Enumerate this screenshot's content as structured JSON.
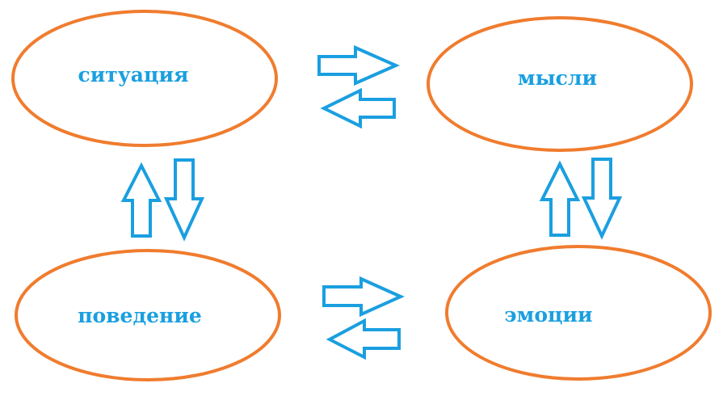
{
  "colors": {
    "node_border": "#F07C2E",
    "label_text": "#1A9FE0",
    "arrow_outline": "#1A9FE0",
    "background": "#FFFFFF"
  },
  "nodes": {
    "situation": "ситуация",
    "thoughts": "мысли",
    "behavior": "поведение",
    "emotions": "эмоции"
  },
  "connections": [
    {
      "from": "situation",
      "to": "thoughts",
      "icon": "arrow-right-icon"
    },
    {
      "from": "thoughts",
      "to": "situation",
      "icon": "arrow-left-icon"
    },
    {
      "from": "behavior",
      "to": "emotions",
      "icon": "arrow-right-icon"
    },
    {
      "from": "emotions",
      "to": "behavior",
      "icon": "arrow-left-icon"
    },
    {
      "from": "behavior",
      "to": "situation",
      "icon": "arrow-up-icon"
    },
    {
      "from": "situation",
      "to": "behavior",
      "icon": "arrow-down-icon"
    },
    {
      "from": "emotions",
      "to": "thoughts",
      "icon": "arrow-up-icon"
    },
    {
      "from": "thoughts",
      "to": "emotions",
      "icon": "arrow-down-icon"
    }
  ]
}
